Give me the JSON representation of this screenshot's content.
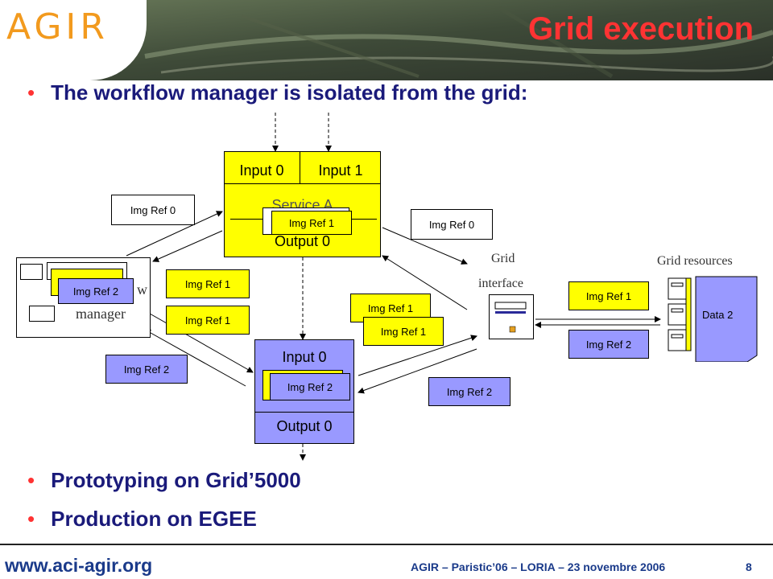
{
  "header": {
    "logo_text": "AGIR",
    "title": "Grid execution"
  },
  "bullets": [
    "The workflow manager is isolated from the grid:",
    "Prototyping on Grid’5000",
    "Production on EGEE"
  ],
  "diagram": {
    "service_a": {
      "input0": "Input 0",
      "input1": "Input 1",
      "name": "Service A",
      "output": "Output 0"
    },
    "service_b": {
      "input0": "Input 0",
      "output": "Output 0"
    },
    "workflow_manager": {
      "label_partial": "w",
      "label_line2": "manager"
    },
    "grid_interface": {
      "line1": "Grid",
      "line2": "interface"
    },
    "grid_resources": {
      "title": "Grid resources",
      "data_label": "Data 2"
    },
    "refs": {
      "img_ref_0_left": "Img Ref 0",
      "img_ref_1_service_a": "Img Ref 1",
      "img_ref_0_right": "Img Ref 0",
      "img_ref_2_manager": "Img Ref 2",
      "img_ref_1_a": "Img Ref 1",
      "img_ref_1_b": "Img Ref 1",
      "img_ref_1_c": "Img Ref 1",
      "img_ref_1_d": "Img Ref 1",
      "img_ref_1_grid": "Img Ref 1",
      "img_ref_2_grid": "Img Ref 2",
      "img_ref_2_left": "Img Ref 2",
      "img_ref_2_service_b": "Img Ref 2",
      "img_ref_2_right": "Img Ref 2"
    }
  },
  "footer": {
    "url": "www.aci-agir.org",
    "center": "AGIR – Paristic’06 – LORIA – 23 novembre 2006",
    "page": "8"
  },
  "colors": {
    "title": "#ff3333",
    "bullet_text": "#1a1a7a",
    "yellow": "#ffff00",
    "blue": "#9999ff",
    "logo": "#f29a1e"
  }
}
